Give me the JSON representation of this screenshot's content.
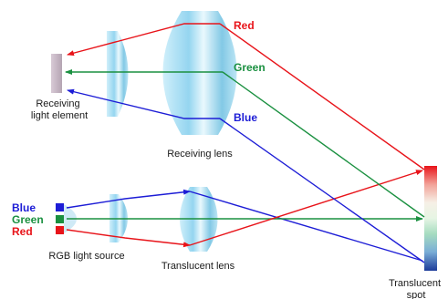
{
  "labels": {
    "receiving_light_element": [
      "Receiving",
      "light element"
    ],
    "receiving_lens": "Receiving lens",
    "rgb_light_source": "RGB light source",
    "translucent_lens": "Translucent lens",
    "translucent_spot": [
      "Translucent",
      "spot"
    ]
  },
  "rays": {
    "red": "Red",
    "green": "Green",
    "blue": "Blue"
  },
  "source_colors": {
    "blue": "Blue",
    "green": "Green",
    "red": "Red"
  },
  "colors": {
    "red": "#e8141a",
    "green": "#1a9040",
    "blue": "#1d1dd6",
    "lens": "#7ecce8",
    "receiver": "#c6b6c4"
  }
}
